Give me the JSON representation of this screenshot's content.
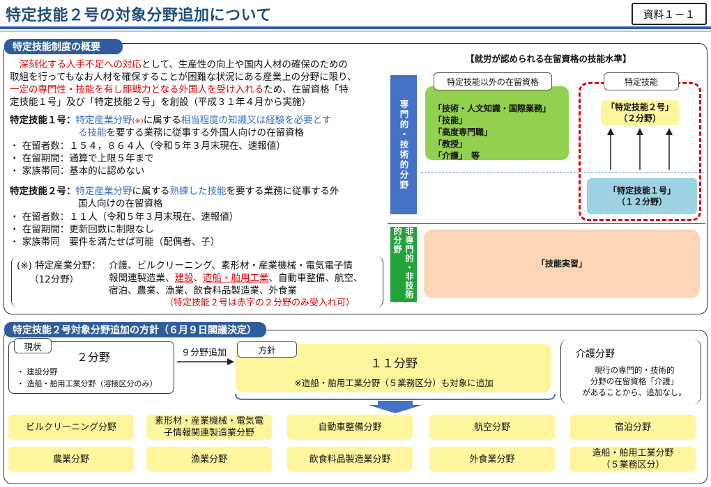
{
  "header": {
    "title": "特定技能２号の対象分野追加について",
    "doc_ref": "資料１－１"
  },
  "overview": {
    "header": "特定技能制度の概要",
    "intro": [
      {
        "parts": [
          {
            "t": "　",
            "c": ""
          },
          {
            "t": "深刻化する人手不足への対応",
            "c": "red"
          },
          {
            "t": "として、生産性の向上や国内人材の確保のための",
            "c": ""
          }
        ]
      },
      {
        "parts": [
          {
            "t": "取組を行ってもなお人材を確保することが困難な状況にある産業上の分野に限り、",
            "c": ""
          }
        ]
      },
      {
        "parts": [
          {
            "t": "一定の専門性・技能を有し即戦力となる外国人を受け入れる",
            "c": "red"
          },
          {
            "t": "ため、在留資格「特",
            "c": ""
          }
        ]
      },
      {
        "parts": [
          {
            "t": "定技能１号」及び「特定技能２号」を創設（平成３１年４月から実施）",
            "c": ""
          }
        ]
      }
    ],
    "skill1_label": "特定技能１号：",
    "skill1_line1a": "特定産業分野",
    "skill1_mark": "(※)",
    "skill1_line1b": "に属する",
    "skill1_line1c": "相当程度の知識又は経験を必要とす",
    "skill1_line2a": "る技能",
    "skill1_line2b": "を要する業務に従事する外国人向けの在留資格",
    "skill1_bullets": [
      "・ 在留者数：１５４，８６４人（令和５年３月末現在、速報値）",
      "・ 在留期間：通算で上限５年まで",
      "・ 家族帯同：基本的に認めない"
    ],
    "skill2_label": "特定技能２号：",
    "skill2_line1a": "特定産業分野",
    "skill2_line1b": "に属する",
    "skill2_line1c": "熟練した技能",
    "skill2_line1d": "を要する業務に従事する外",
    "skill2_line2": "国人向けの在留資格",
    "skill2_bullets": [
      "・ 在留者数：１１人（令和５年３月末現在、速報値）",
      "・ 在留期間：更新回数に制限なし",
      "・ 家族帯同　要件を満たせば可能（配偶者、子）"
    ],
    "note_mark": "(※) 特定産業分野：",
    "note_count": "（12分野）",
    "note_line1": "介護、ビルクリーニング、素形材・産業機械・電気電子情",
    "note_line2a": "報関連製造業、",
    "note_line2b": "建設",
    "note_line2c": "、",
    "note_line2d": "造船・舶用工業",
    "note_line2e": "、自動車整備、航空、",
    "note_line3": "宿泊、農業、漁業、飲食料品製造業、外食業",
    "note_line4": "（特定技能２号は赤字の２分野のみ受入れ可）",
    "diagram": {
      "title": "【就労が認められる在留資格の技能水準】",
      "vbar_top": "専門的・技術的分野",
      "vbar_bottom": "非専門的・非技術的分野",
      "other_label": "特定技能以外の在留資格",
      "other_items": [
        "「技術・人文知識・国際業務」",
        "「技能」",
        "「高度専門職」",
        "「教授」",
        "「介護」　等"
      ],
      "ssw_label": "特定技能",
      "ssw2": [
        "「特定技能２号」",
        "（２分野）"
      ],
      "ssw1": [
        "「特定技能１号」",
        "（１２分野）"
      ],
      "trainee": "「技能実習」"
    }
  },
  "policy": {
    "header": "特定技能２号対象分野追加の方針（６月９日閣議決定）",
    "current_label": "現状",
    "current_value": "２分野",
    "current_items": [
      "・ 建設分野",
      "・ 造船・舶用工業分野（溶接区分のみ）"
    ],
    "add_label": "９分野追加",
    "plan_label": "方針",
    "plan_value": "１１分野",
    "plan_note": "※造船・舶用工業分野（５業務区分）も対象に追加",
    "care_title": "介護分野",
    "care_text": [
      "現行の専門的・技術的",
      "分野の在留資格「介護」",
      "があることから、追加なし。"
    ],
    "fields": [
      [
        "ビルクリーニング分野"
      ],
      [
        "素形材・産業機械・電気電",
        "子情報関連製造業分野"
      ],
      [
        "自動車整備分野"
      ],
      [
        "航空分野"
      ],
      [
        "宿泊分野"
      ],
      [
        "農業分野"
      ],
      [
        "漁業分野"
      ],
      [
        "飲食料品製造業分野"
      ],
      [
        "外食業分野"
      ],
      [
        "造船・舶用工業分野",
        "（５業務区分）"
      ]
    ]
  }
}
